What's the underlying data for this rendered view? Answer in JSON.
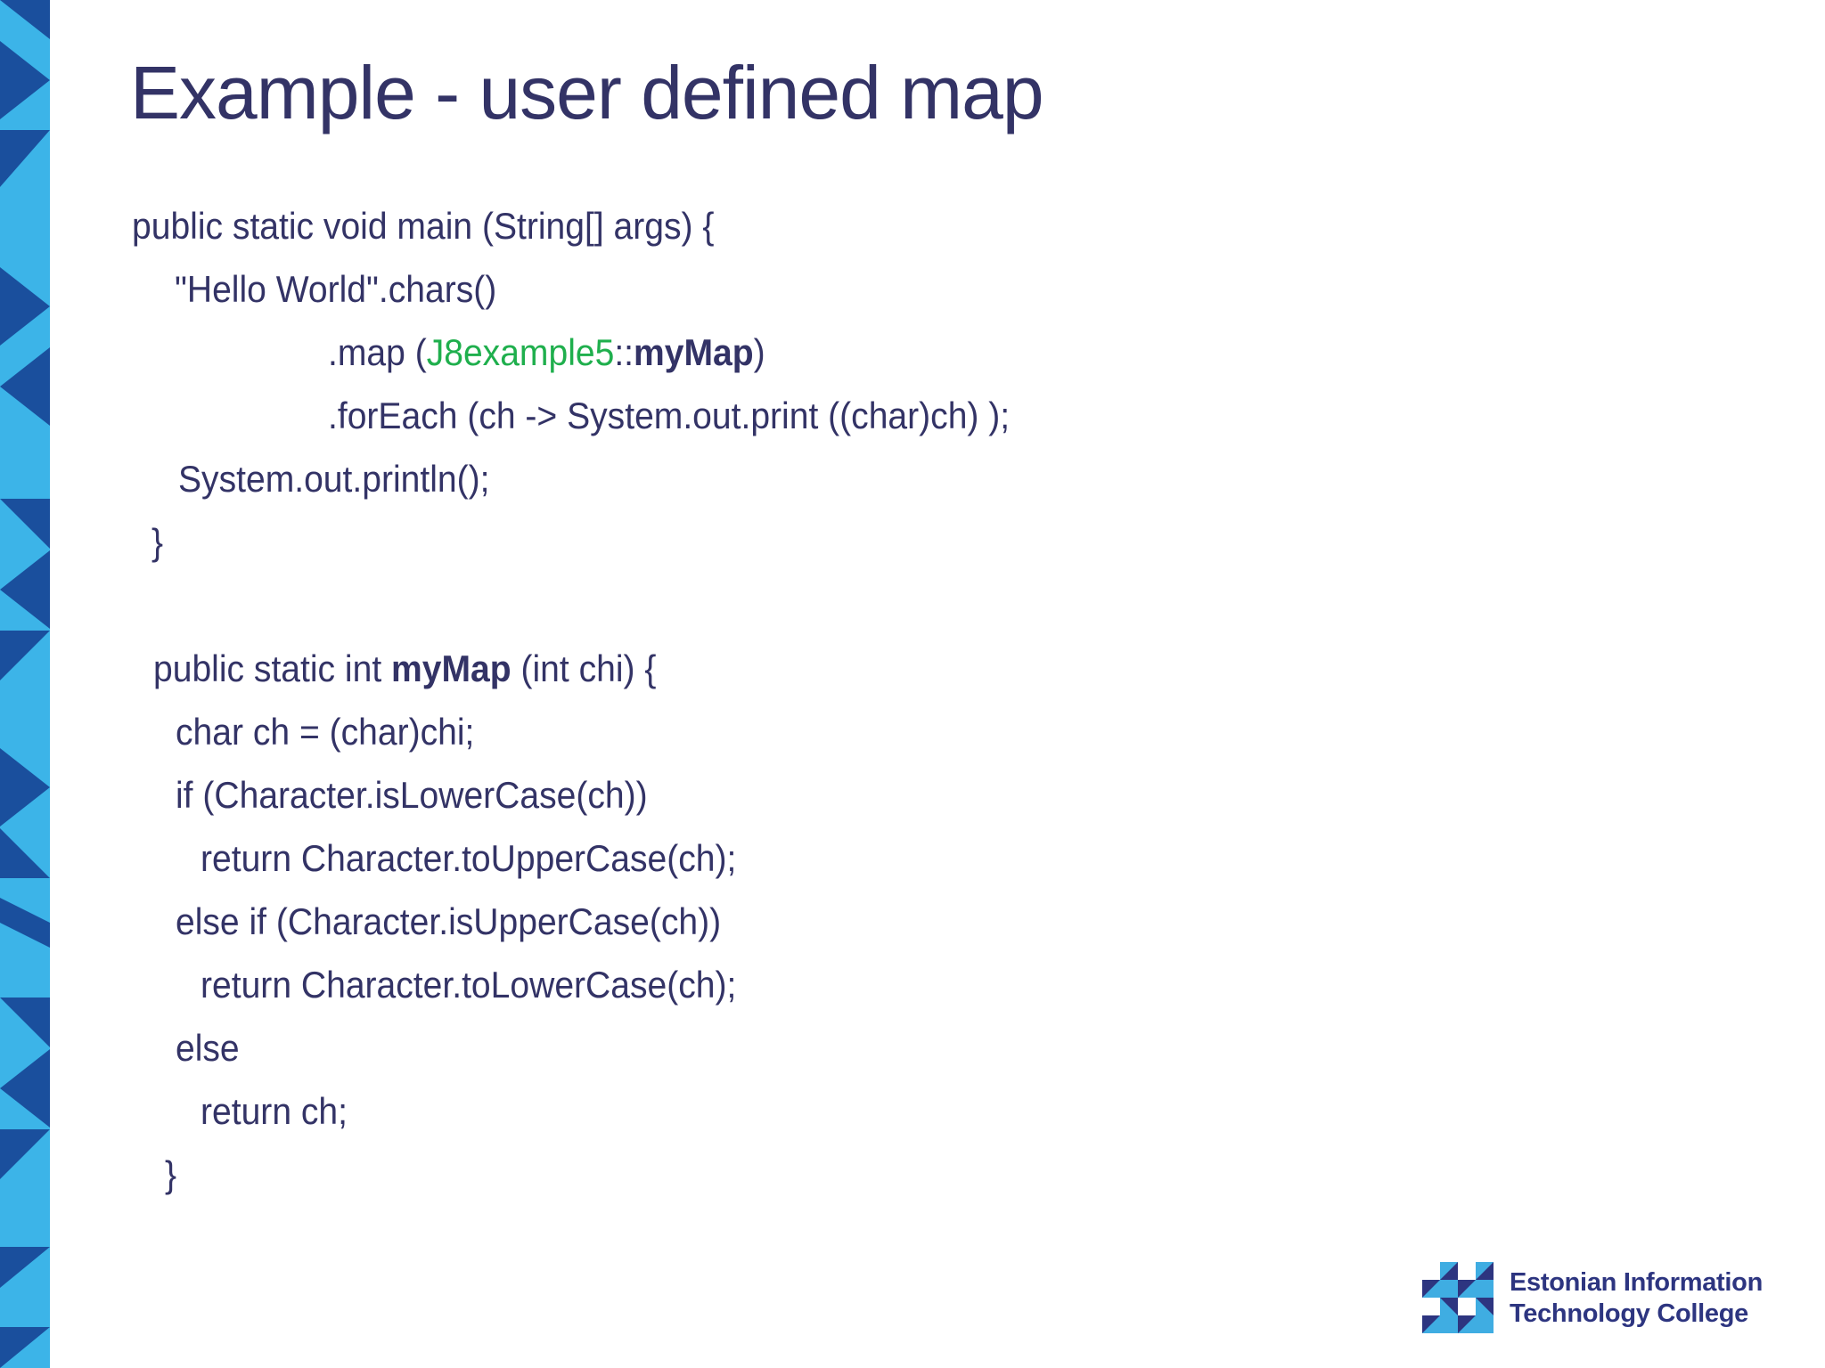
{
  "slide": {
    "title": "Example - user defined map"
  },
  "code": {
    "l1": "public static void main (String[] args) {",
    "l2": "\"Hello World\".chars()",
    "l3": {
      "pre": ".map (",
      "green": "J8example5",
      "sep": "::",
      "bold": "myMap",
      "post": ")"
    },
    "l4": ".forEach (ch -> System.out.print ((char)ch) );",
    "l5": "System.out.println();",
    "l6": "}",
    "l8": {
      "pre": "public static int ",
      "bold": "myMap",
      "post": " (int chi) {"
    },
    "l9": "char ch = (char)chi;",
    "l10": "if (Character.isLowerCase(ch))",
    "l11": "return Character.toUpperCase(ch);",
    "l12": "else if (Character.isUpperCase(ch))",
    "l13": "return Character.toLowerCase(ch);",
    "l14": "else",
    "l15": "return ch;",
    "l16": "}"
  },
  "footer_logo": {
    "line1": "Estonian Information",
    "line2": "Technology College"
  },
  "colors": {
    "text_navy": "#333366",
    "code_green": "#1FAF4D",
    "strip_light_blue": "#3CB4E8",
    "strip_dark_blue": "#1A4F9D",
    "logo_light_blue": "#3FADE2",
    "logo_navy": "#2D3580"
  }
}
